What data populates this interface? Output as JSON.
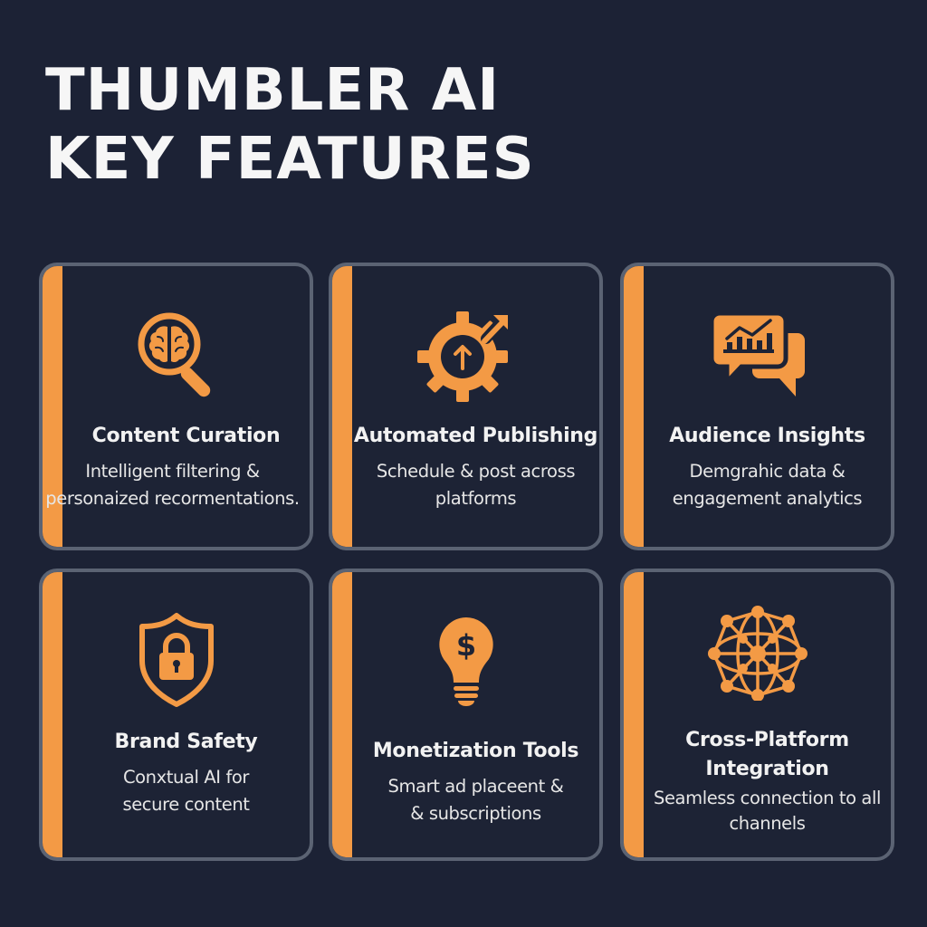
{
  "header": {
    "title_line1": "THUMBLER AI",
    "title_line2": "KEY FEATURES"
  },
  "colors": {
    "background": "#1c2235",
    "accent": "#f39a45",
    "card_border": "#5b6373",
    "text": "#f2f2f2"
  },
  "features": [
    {
      "icon": "brain-magnifier-icon",
      "title": "Content Curation",
      "description_lines": [
        "Intelligent filtering &",
        "personaized recormentations."
      ]
    },
    {
      "icon": "gear-upload-arrow-icon",
      "title": "Automated Publishing",
      "description_lines": [
        "Schedule & post across",
        "platforms"
      ]
    },
    {
      "icon": "chat-bubbles-chart-icon",
      "title": "Audience Insights",
      "description_lines": [
        "Demgrahic data &",
        "engagement analytics"
      ]
    },
    {
      "icon": "shield-lock-icon",
      "title": "Brand Safety",
      "description_lines": [
        "Conxtual AI for",
        "secure content"
      ]
    },
    {
      "icon": "lightbulb-dollar-icon",
      "title": "Monetization Tools",
      "description_lines": [
        "Smart ad placeent &",
        "& subscriptions"
      ]
    },
    {
      "icon": "network-globe-icon",
      "title_lines": [
        "Cross-Platform",
        "Integration"
      ],
      "description_lines": [
        "Seamless connection to all",
        "channels"
      ]
    }
  ]
}
